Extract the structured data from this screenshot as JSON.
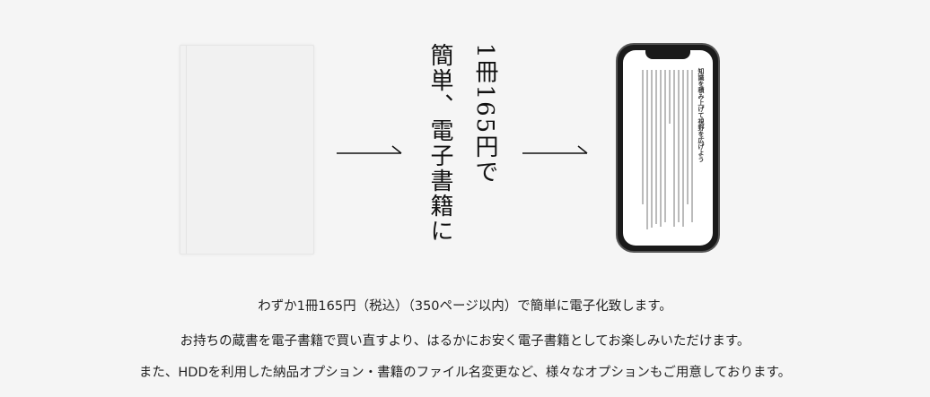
{
  "headline": {
    "line1": "1冊165円で",
    "line2": "簡単、電子書籍に"
  },
  "phone_screen": {
    "title": "知識を積み上げて視野を広げよう"
  },
  "description": [
    "わずか1冊165円（税込）（350ページ以内）で簡単に電子化致します。",
    "お持ちの蔵書を電子書籍で買い直すより、はるかにお安く電子書籍としてお楽しみいただけます。",
    "また、HDDを利用した納品オプション・書籍のファイル名変更など、様々なオプションもご用意しております。"
  ]
}
